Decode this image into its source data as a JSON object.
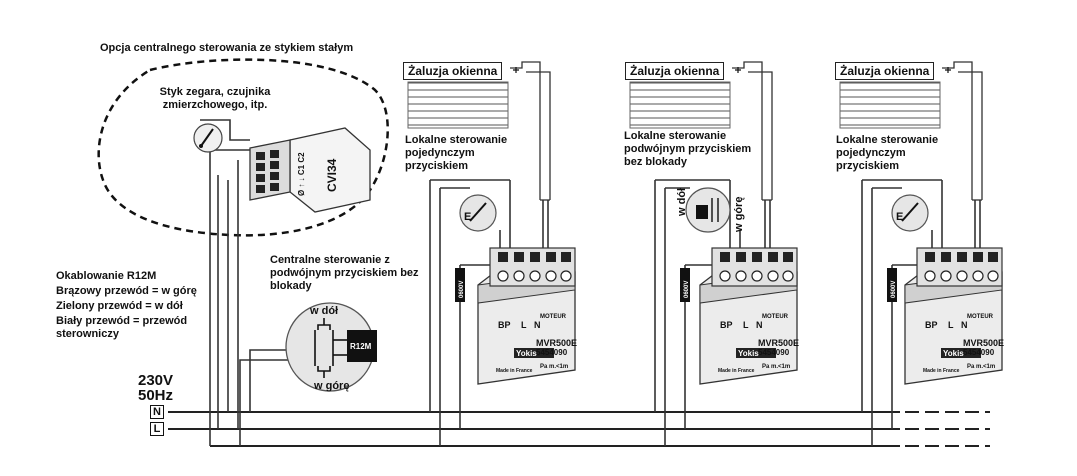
{
  "central_option": {
    "title": "Opcja centralnego sterowania ze stykiem stałym",
    "contact_text": "Styk zegara, czujnika zmierzchowego, itp.",
    "module_label": "CVI34",
    "module_terminals": "Ø ↑ ↓ C1 C2"
  },
  "cabling": {
    "title": "Okablowanie R12M",
    "brown": "Brązowy przewód = w górę",
    "green": "Zielony przewód = w dół",
    "white": "Biały przewód = przewód sterowniczy"
  },
  "power": {
    "voltage": "230V",
    "frequency": "50Hz",
    "neutral": "N",
    "live": "L"
  },
  "central_control": {
    "text": "Centralne sterowanie z podwójnym przyciskiem bez blokady",
    "down": "w dół",
    "up": "w górę",
    "device": "R12M"
  },
  "units": [
    {
      "blind_label": "Żaluzja okienna",
      "description": "Lokalne sterowanie pojedynczym przyciskiem",
      "button_letter": "E",
      "fuse": "0600V",
      "module": {
        "bp": "BP",
        "l": "L",
        "n": "N",
        "moteur": "MOTEUR",
        "model": "MVR500E",
        "code": "5454090",
        "brand": "Yokis",
        "made": "Made in France",
        "spec": "Pa m.<1m"
      }
    },
    {
      "blind_label": "Żaluzja okienna",
      "description": "Lokalne sterowanie podwójnym przyciskiem bez blokady",
      "down": "w dół",
      "up": "w górę",
      "fuse": "0600V",
      "module": {
        "bp": "BP",
        "l": "L",
        "n": "N",
        "moteur": "MOTEUR",
        "model": "MVR500E",
        "code": "5454090",
        "brand": "Yokis",
        "made": "Made in France",
        "spec": "Pa m.<1m"
      }
    },
    {
      "blind_label": "Żaluzja okienna",
      "description": "Lokalne sterowanie pojedynczym przyciskiem",
      "button_letter": "E",
      "fuse": "0600V",
      "module": {
        "bp": "BP",
        "l": "L",
        "n": "N",
        "moteur": "MOTEUR",
        "model": "MVR500E",
        "code": "5454090",
        "brand": "Yokis",
        "made": "Made in France",
        "spec": "Pa m.<1m"
      }
    }
  ]
}
